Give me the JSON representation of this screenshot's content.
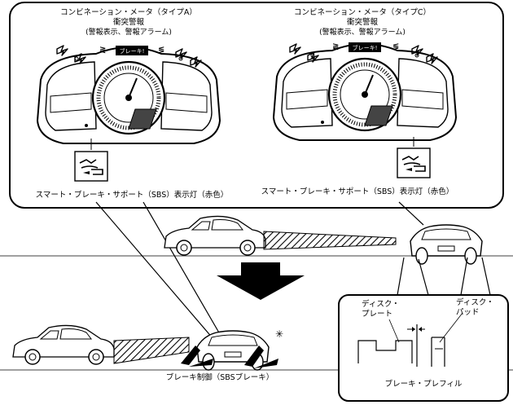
{
  "panel_a": {
    "title": "コンビネーション・メータ（タイプA）",
    "subtitle": "衝突警報",
    "caption": "(警報表示、警報アラーム)",
    "brake_display": "ブレーキ!",
    "sbs_label": "スマート・ブレーキ・サポート（SBS）表示灯（赤色）"
  },
  "panel_c": {
    "title": "コンビネーション・メータ（タイプC）",
    "subtitle": "衝突警報",
    "caption": "(警報表示、警報アラーム)",
    "brake_display": "ブレーキ!",
    "sbs_label": "スマート・ブレーキ・サポート（SBS）表示灯（赤色）"
  },
  "prefill": {
    "disc_plate": "ディスク・\nプレート",
    "disc_pad": "ディスク・\nパッド",
    "caption": "ブレーキ・プレフィル"
  },
  "brake_control_caption": "ブレーキ制御（SBSブレーキ）",
  "icons": [
    "gauge-cluster-icon",
    "sbs-indicator-icon",
    "alarm-lightning-icon",
    "car-icon",
    "arrow-down-icon",
    "brake-disc-icon"
  ]
}
